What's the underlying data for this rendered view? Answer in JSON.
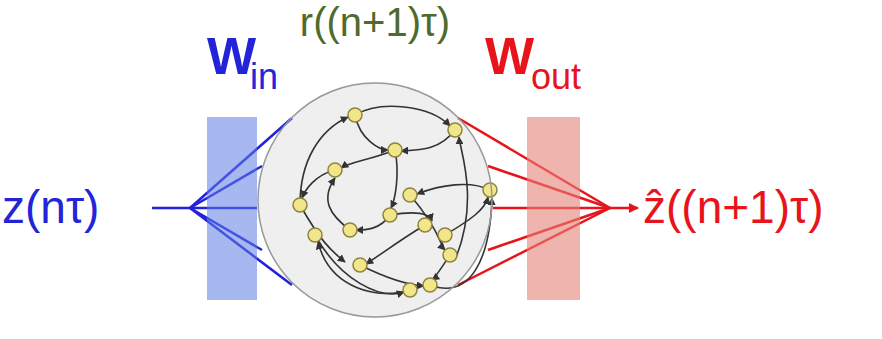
{
  "diagram": {
    "nodes": [
      {
        "text": [
          "W",
          "in"
        ]
      },
      {
        "text": [
          "r((n+1)τ)"
        ]
      },
      {
        "text": [
          "W",
          "out"
        ]
      }
    ],
    "labels": [
      "z(nτ)",
      "ẑ((n+1)τ)"
    ]
  }
}
